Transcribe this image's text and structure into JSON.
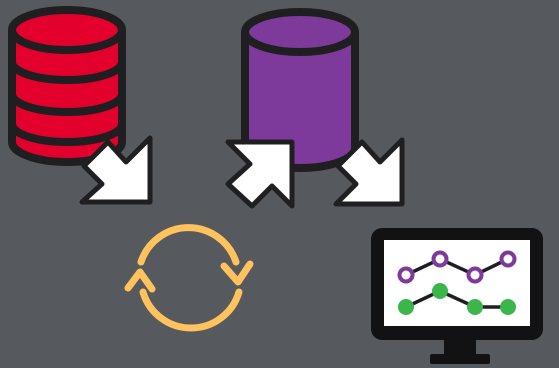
{
  "background": "#565a5f",
  "colors": {
    "outline": "#1f1f21",
    "source_db": "#e3002d",
    "target_db": "#7d3a9b",
    "arrow": "#ffffff",
    "sync": "#ffc25c",
    "series_purple": "#7d3a9b",
    "series_green": "#3cb54a"
  },
  "icons": {
    "source_database": "database-icon",
    "target_database": "database-icon",
    "arrow_1": "arrow-down-right-icon",
    "arrow_2": "arrow-up-right-icon",
    "arrow_3": "arrow-down-right-icon",
    "sync": "sync-icon",
    "monitor": "monitor-chart-icon"
  },
  "monitor_chart": {
    "series": [
      {
        "style": "hollow",
        "color": "#7d3a9b",
        "values": [
          3,
          4,
          3,
          4
        ]
      },
      {
        "style": "filled",
        "color": "#3cb54a",
        "values": [
          1,
          2,
          1,
          1
        ]
      }
    ]
  }
}
